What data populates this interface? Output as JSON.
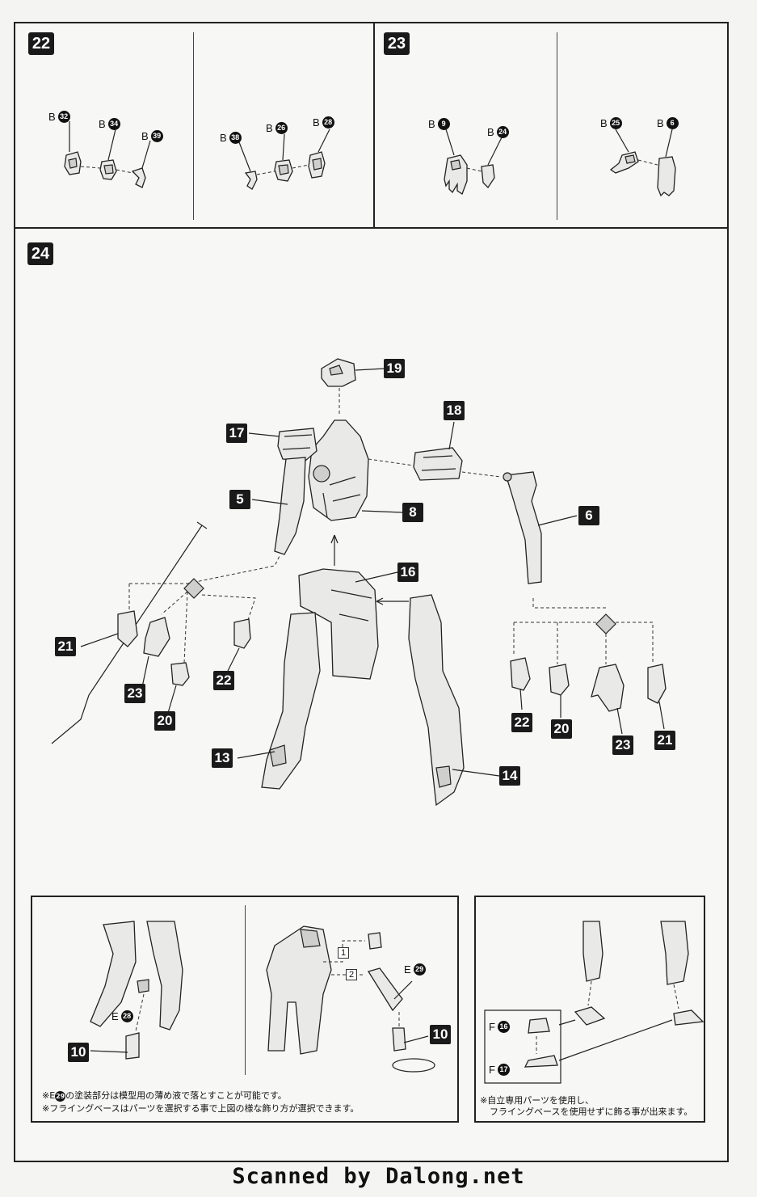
{
  "steps": {
    "s22": {
      "number": "22",
      "left_parts": [
        {
          "letter": "B",
          "num": "32"
        },
        {
          "letter": "B",
          "num": "34"
        },
        {
          "letter": "B",
          "num": "39"
        }
      ],
      "right_parts": [
        {
          "letter": "B",
          "num": "38"
        },
        {
          "letter": "B",
          "num": "26"
        },
        {
          "letter": "B",
          "num": "28"
        }
      ]
    },
    "s23": {
      "number": "23",
      "left_parts": [
        {
          "letter": "B",
          "num": "9"
        },
        {
          "letter": "B",
          "num": "24"
        }
      ],
      "right_parts": [
        {
          "letter": "B",
          "num": "25"
        },
        {
          "letter": "B",
          "num": "6"
        }
      ]
    },
    "s24": {
      "number": "24",
      "labels": {
        "l19": "19",
        "l17": "17",
        "l18": "18",
        "l5": "5",
        "l8": "8",
        "l6": "6",
        "l16": "16",
        "l21a": "21",
        "l23a": "23",
        "l22a": "22",
        "l20a": "20",
        "l13": "13",
        "l14": "14",
        "l22b": "22",
        "l20b": "20",
        "l23b": "23",
        "l21b": "21"
      }
    }
  },
  "detail_left": {
    "part_a": {
      "letter": "E",
      "num": "28"
    },
    "part_b": {
      "letter": "E",
      "num": "29"
    },
    "label_10a": "10",
    "label_10b": "10",
    "order_1": "1",
    "order_2": "2",
    "note_prefix1": "※E",
    "note_circle": "29",
    "note_line1": "の塗装部分は模型用の薄め液で落とすことが可能です。",
    "note_line2": "※フライングベースはパーツを選択する事で上図の様な飾り方が選択できます。"
  },
  "detail_right": {
    "part_f1": {
      "letter": "F",
      "num": "16"
    },
    "part_f2": {
      "letter": "F",
      "num": "17"
    },
    "note_line1": "※自立専用パーツを使用し、",
    "note_line2": "フライングベースを使用せずに飾る事が出来ます。"
  },
  "footer": "Scanned by Dalong.net"
}
